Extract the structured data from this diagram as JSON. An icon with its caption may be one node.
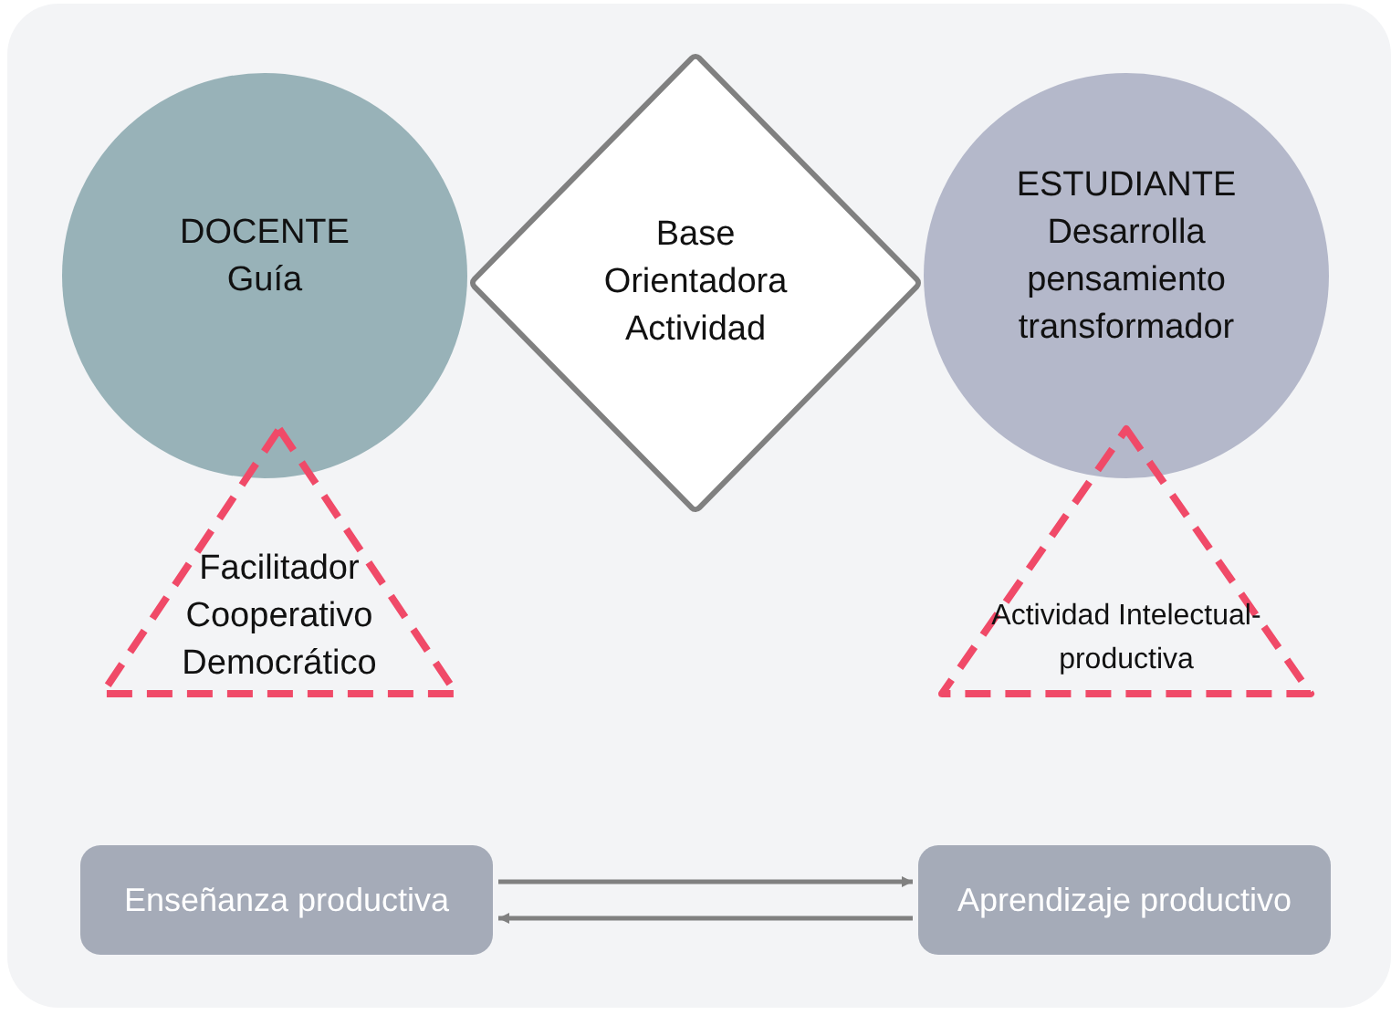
{
  "diagram": {
    "nodes": [
      {
        "text": [
          "DOCENTE",
          "Guía"
        ]
      },
      {
        "text": [
          "Base Orientadora Actividad"
        ]
      },
      {
        "text": [
          "ESTUDIANTE",
          "Desarrolla pensamiento transformador"
        ]
      },
      {
        "text": [
          "Facilitador Cooperativo Democrático"
        ]
      },
      {
        "text": [
          "Actividad Intelectual-productiva"
        ]
      },
      {
        "text": [
          "Enseñanza productiva"
        ]
      },
      {
        "text": [
          "Aprendizaje productivo"
        ]
      }
    ],
    "edges": [
      {
        "from": 5,
        "to": 6,
        "arrow": "to"
      },
      {
        "from": 6,
        "to": 5,
        "arrow": "to"
      }
    ]
  }
}
